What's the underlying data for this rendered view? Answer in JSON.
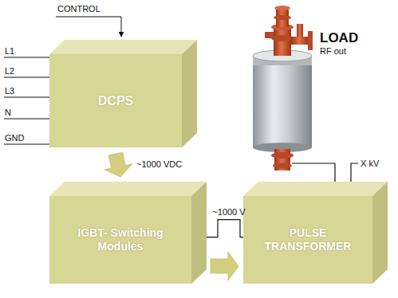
{
  "diagram": {
    "nodes": [
      {
        "text": [
          "DCPS"
        ]
      },
      {
        "text": [
          "IGBT- Switching Modules"
        ]
      },
      {
        "text": [
          "PULSE TRANSFORMER"
        ]
      },
      {
        "text": [
          "LOAD",
          "RF out"
        ]
      }
    ],
    "edges": [
      {
        "from": 0,
        "to": 1,
        "arrow": "to",
        "label": "~1000 VDC"
      },
      {
        "from": 1,
        "to": 2,
        "arrow": "none",
        "label": "~1000 V"
      },
      {
        "from": 1,
        "to": 2,
        "arrow": "to"
      }
    ],
    "labels": [
      "CONTROL",
      "L1",
      "L2",
      "L3",
      "N",
      "GND",
      "X kV"
    ]
  }
}
